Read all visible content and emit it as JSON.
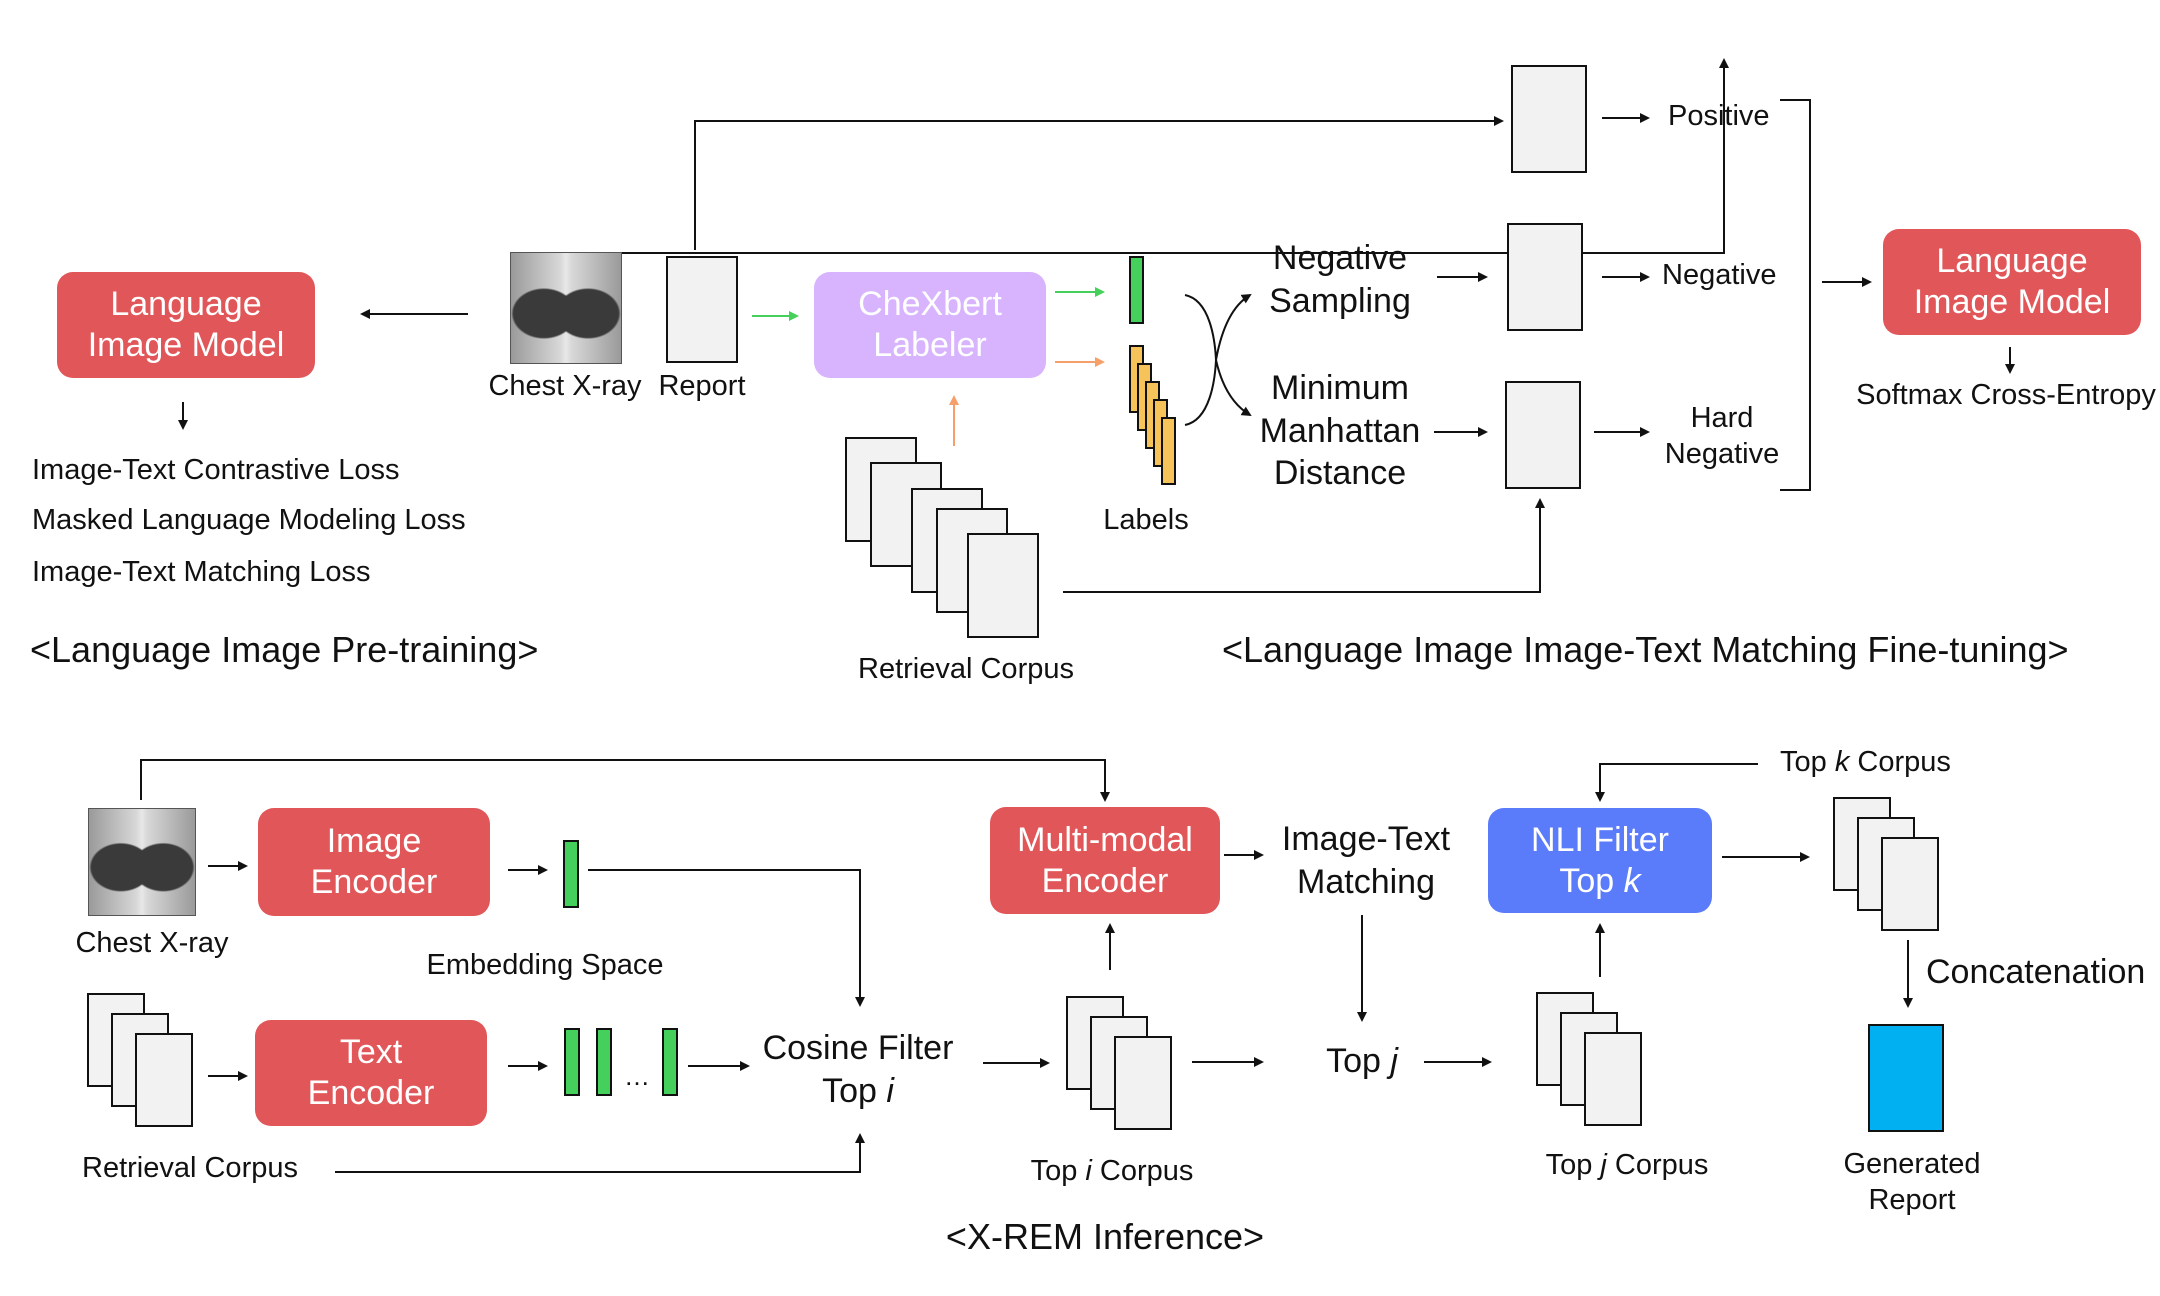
{
  "pretraining": {
    "model_label": "Language\nImage Model",
    "xray_label": "Chest X-ray",
    "report_label": "Report",
    "losses": [
      "Image-Text Contrastive Loss",
      "Masked Language Modeling Loss",
      "Image-Text Matching Loss"
    ],
    "section_title": "<Language Image Pre-training>"
  },
  "finetuning": {
    "labeler": "CheXbert\nLabeler",
    "labels": "Labels",
    "retrieval_corpus": "Retrieval Corpus",
    "negative_sampling": "Negative\nSampling",
    "min_manhattan": "Minimum\nManhattan\nDistance",
    "positive": "Positive",
    "negative": "Negative",
    "hard_negative": "Hard\nNegative",
    "model_label": "Language\nImage Model",
    "loss": "Softmax Cross-Entropy",
    "section_title": "<Language Image Image-Text Matching Fine-tuning>"
  },
  "inference": {
    "xray_label": "Chest X-ray",
    "image_encoder": "Image\nEncoder",
    "text_encoder": "Text\nEncoder",
    "embedding_space": "Embedding Space",
    "ellipsis": "…",
    "retrieval_corpus": "Retrieval Corpus",
    "cosine_filter": "Cosine Filter",
    "top_i_prefix": "Top ",
    "top_i_var": "i",
    "top_i_corpus_prefix": "Top ",
    "top_i_corpus_var": "i",
    "top_i_corpus_suffix": " Corpus",
    "multimodal_encoder": "Multi-modal\nEncoder",
    "image_text_matching": "Image-Text\nMatching",
    "top_j_prefix": "Top ",
    "top_j_var": "j",
    "top_j_corpus_prefix": "Top ",
    "top_j_corpus_var": "j",
    "top_j_corpus_suffix": " Corpus",
    "nli_filter": "NLI Filter",
    "nli_top_prefix": "Top ",
    "nli_top_var": "k",
    "top_k_corpus_prefix": "Top ",
    "top_k_corpus_var": "k",
    "top_k_corpus_suffix": " Corpus",
    "concatenation": "Concatenation",
    "generated_report": "Generated\nReport",
    "section_title": "<X-REM Inference>"
  },
  "colors": {
    "red": "#e15759",
    "purple": "#d8b4fe",
    "blue": "#5b7cfa",
    "green_arrow": "#44d05a",
    "orange_arrow": "#f5a06b"
  }
}
